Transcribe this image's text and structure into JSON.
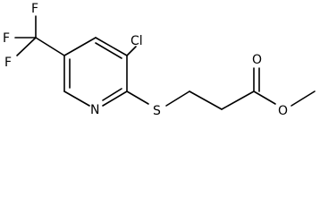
{
  "molecule": {
    "atoms": {
      "f1": "F",
      "f2": "F",
      "f3": "F",
      "cl": "Cl",
      "n": "N",
      "s": "S",
      "o_carbonyl": "O",
      "o_ester": "O"
    },
    "colors": {
      "ink": "#000000",
      "background": "#ffffff"
    }
  }
}
